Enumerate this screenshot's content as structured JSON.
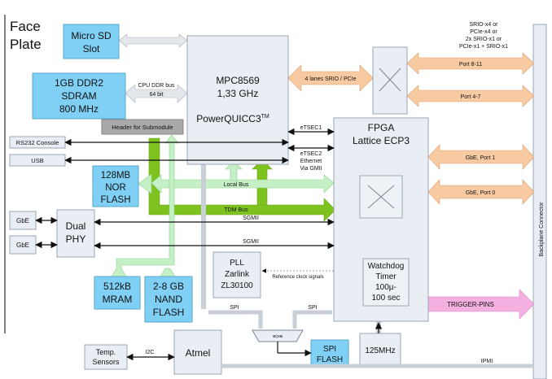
{
  "faceplate": {
    "line1": "Face",
    "line2": "Plate"
  },
  "blocks": {
    "microsd": {
      "line1": "Micro SD",
      "line2": "Slot"
    },
    "ddr": {
      "line1": "1GB DDR2",
      "line2": "SDRAM",
      "line3": "800 MHz"
    },
    "cpu": {
      "line1": "MPC8569",
      "line2": "1,33 GHz",
      "line3": "PowerQUICC3",
      "tm": "TM"
    },
    "header": {
      "label": "Header for Submodule"
    },
    "nor": {
      "line1": "128MB",
      "line2": "NOR",
      "line3": "FLASH"
    },
    "fpga": {
      "line1": "FPGA",
      "line2": "Lattice ECP3"
    },
    "dualphy": {
      "line1": "Dual",
      "line2": "PHY"
    },
    "pll": {
      "line1": "PLL",
      "line2": "Zarlink",
      "line3": "ZL30100"
    },
    "watchdog": {
      "line1": "Watchdog",
      "line2": "Timer",
      "line3": "100µ-",
      "line4": "100 sec"
    },
    "mram": {
      "line1": "512kB",
      "line2": "MRAM"
    },
    "nand": {
      "line1": "2-8 GB",
      "line2": "NAND",
      "line3": "FLASH"
    },
    "temp": {
      "line1": "Temp.",
      "line2": "Sensors"
    },
    "atmel": {
      "label": "Atmel"
    },
    "spiflash": {
      "line1": "SPI",
      "line2": "FLASH"
    },
    "clock": {
      "label": "125MHz"
    },
    "backplane": {
      "label": "Backplane Connector"
    }
  },
  "ports": {
    "rs232": "RS232 Console",
    "usb": "USB",
    "gbe1": "GbE",
    "gbe2": "GbE"
  },
  "signals": {
    "cpu_ddr1": "CPU DDR bus",
    "cpu_ddr2": "64 bit",
    "srio_pcie": "4 lanes SRIO / PCIe",
    "etsec1": "eTSEC1",
    "etsec2": "eTSEC2",
    "eth1": "Ethernet",
    "eth2": "Via GMII",
    "local_bus": "Local Bus",
    "tdm_bus": "TDM Bus",
    "sgmii1": "SGMII",
    "sgmii2": "SGMII",
    "refclk": "Reference clock signals",
    "spi_left": "SPI",
    "spi_right": "SPI",
    "i2c": "I2C",
    "ipmi": "IPMI",
    "mux": "≡>≡",
    "trigger": "TRIGGER-PINS"
  },
  "backplane_ports": {
    "srio_note": [
      "SRIO-x4 or",
      "PCIe-x4 or",
      "2x SRIO-x1 or",
      "PCIe-x1 + SRIO-x1"
    ],
    "port811": "Port 8-11",
    "port47": "Port 4-7",
    "gbe_port1": "GbE, Port 1",
    "gbe_port0": "GbE, Port 0"
  },
  "colors": {
    "block_blue": "#7fd0f4",
    "block_gray": "#e9eef4",
    "block_stroke": "#9aa6b2",
    "header_gray": "#a9a9a9",
    "arrow_orange": "#f8caa2",
    "arrow_green_light": "#c5f0c5",
    "arrow_green_dark": "#7dc21f",
    "arrow_pink": "#f4b0e0",
    "arrow_gray": "#e3e7ec"
  }
}
